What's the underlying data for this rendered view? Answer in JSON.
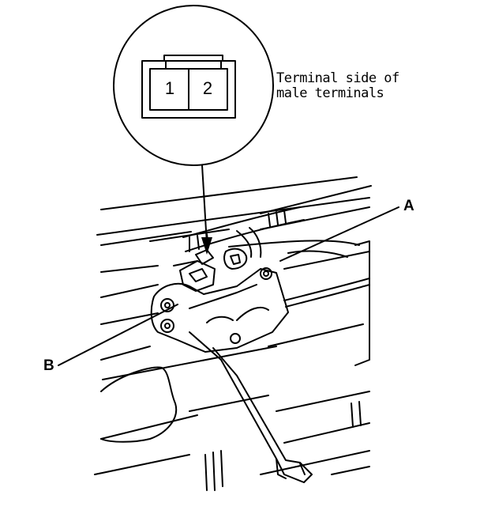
{
  "figure": {
    "detail_note": "Terminal side of\nmale terminals",
    "connector_pins": [
      "1",
      "2"
    ],
    "callouts": {
      "a": "A",
      "b": "B"
    }
  },
  "colors": {
    "ink": "#000000",
    "paper": "#ffffff"
  }
}
